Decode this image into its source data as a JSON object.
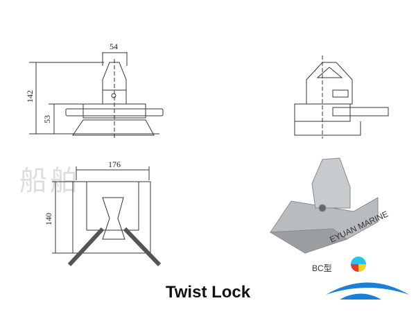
{
  "title": "Twist Lock",
  "dimensions": {
    "top_width": "54",
    "height_total": "142",
    "height_base": "53",
    "plan_width": "176",
    "plan_depth": "140"
  },
  "watermark": "船舶",
  "model_label": "BC型",
  "brand": {
    "name": "EYUAN MARINE",
    "colors": {
      "red": "#e83a1f",
      "cyan": "#29c3ea",
      "yellow": "#f7d21a",
      "blue": "#1a7fd8"
    }
  }
}
